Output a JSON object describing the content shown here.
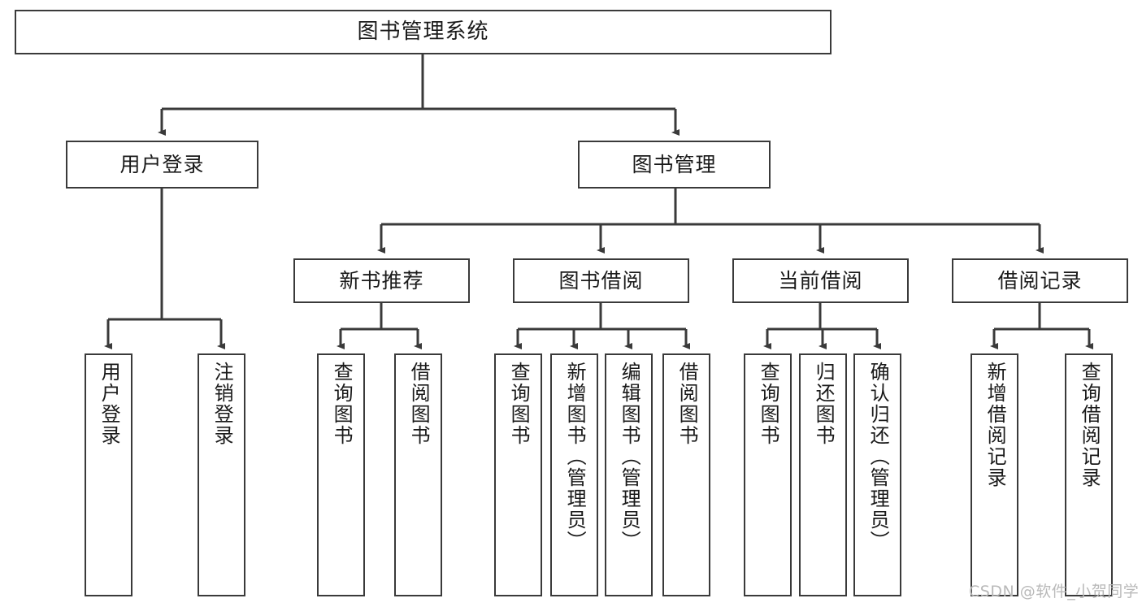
{
  "diagram": {
    "title": "图书管理系统",
    "root": {
      "label": "图书管理系统"
    },
    "level2": [
      {
        "label": "用户登录"
      },
      {
        "label": "图书管理"
      }
    ],
    "level3": [
      {
        "label": "新书推荐"
      },
      {
        "label": "图书借阅"
      },
      {
        "label": "当前借阅"
      },
      {
        "label": "借阅记录"
      }
    ],
    "leaves": [
      {
        "label": "用户登录",
        "parent": "用户登录"
      },
      {
        "label": "注销登录",
        "parent": "用户登录"
      },
      {
        "label": "查询图书",
        "parent": "新书推荐"
      },
      {
        "label": "借阅图书",
        "parent": "新书推荐"
      },
      {
        "label": "查询图书",
        "parent": "图书借阅"
      },
      {
        "label": "新增图书（管理员）",
        "parent": "图书借阅"
      },
      {
        "label": "编辑图书（管理员）",
        "parent": "图书借阅"
      },
      {
        "label": "借阅图书",
        "parent": "图书借阅"
      },
      {
        "label": "查询图书",
        "parent": "当前借阅"
      },
      {
        "label": "归还图书",
        "parent": "当前借阅"
      },
      {
        "label": "确认归还（管理员）",
        "parent": "当前借阅"
      },
      {
        "label": "新增借阅记录",
        "parent": "借阅记录"
      },
      {
        "label": "查询借阅记录",
        "parent": "借阅记录"
      }
    ]
  },
  "watermark": {
    "text": "CSDN @软件_小贺同学"
  },
  "colors": {
    "stroke": "#3a3a3a",
    "text": "#1a1a1a",
    "background": "#ffffff",
    "watermark": "#b9b9b9"
  }
}
